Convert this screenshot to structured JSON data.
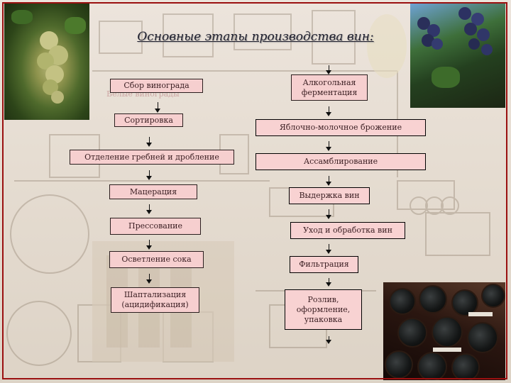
{
  "title": "Основные этапы производства вин:",
  "ghost_text": "Белые винограды",
  "left_column": [
    "Сбор винограда",
    "Сортировка",
    "Отделение гребней и дробление",
    "Мацерация",
    "Прессование",
    "Осветление сока",
    "Шаптализация (ацидификация)"
  ],
  "right_column": [
    "Алкогольная ферментация",
    "Яблочно-молочное брожение",
    "Ассамблирование",
    "Выдержка вин",
    "Уход и обработка вин",
    "Фильтрация",
    "Розлив, оформление, упаковка"
  ],
  "colors": {
    "frame": "#9a1010",
    "box_fill": "#f6cfcf",
    "title_text": "#1f1f2e"
  },
  "photos": [
    "white-grapes-photo",
    "blue-grapes-photo",
    "wine-bottles-photo"
  ]
}
